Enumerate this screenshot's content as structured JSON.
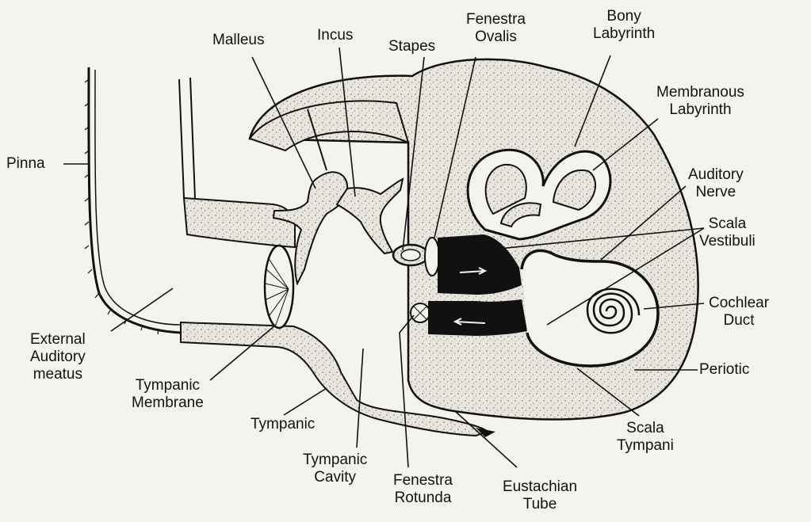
{
  "labels": {
    "pinna": [
      "Pinna"
    ],
    "malleus": [
      "Malleus"
    ],
    "incus": [
      "Incus"
    ],
    "stapes": [
      "Stapes"
    ],
    "fenestra_ovalis": [
      "Fenestra",
      "Ovalis"
    ],
    "bony_labyrinth": [
      "Bony",
      "Labyrinth"
    ],
    "membranous_labyrinth": [
      "Membranous",
      "Labyrinth"
    ],
    "auditory_nerve": [
      "Auditory",
      "Nerve"
    ],
    "scala_vestibuli": [
      "Scala",
      "Vestibuli"
    ],
    "cochlear_duct": [
      "Cochlear",
      "Duct"
    ],
    "periotic": [
      "Periotic"
    ],
    "scala_tympani": [
      "Scala",
      "Tympani"
    ],
    "eustachian_tube": [
      "Eustachian",
      "Tube"
    ],
    "fenestra_rotunda": [
      "Fenestra",
      "Rotunda"
    ],
    "tympanic_cavity": [
      "Tympanic",
      "Cavity"
    ],
    "tympanic": [
      "Tympanic"
    ],
    "tympanic_membrane": [
      "Tympanic",
      "Membrane"
    ],
    "external_auditory_meatus": [
      "External",
      "Auditory",
      "meatus"
    ]
  },
  "colors": {
    "ink": "#111111",
    "bone_fill": "#e6e3da",
    "fluid_fill": "#111111",
    "background": "#f4f3ee"
  }
}
